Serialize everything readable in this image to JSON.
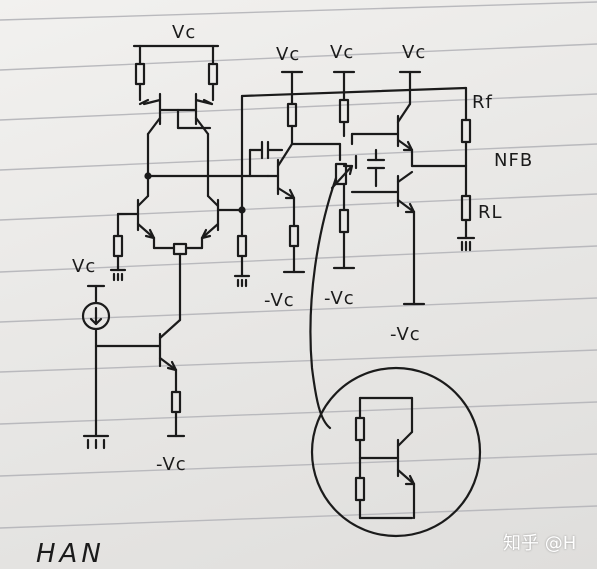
{
  "labels": {
    "vc": "Vc",
    "neg_vc": "-Vc",
    "rf": "Rf",
    "nfb": "NFB",
    "rl": "RL",
    "author": "HAN"
  },
  "watermark": "知乎 @H",
  "colors": {
    "ink": "#1b1b1b",
    "paper": "#ecebe9",
    "rule_line": "#b9b9bd",
    "watermark": "#ffffff"
  }
}
